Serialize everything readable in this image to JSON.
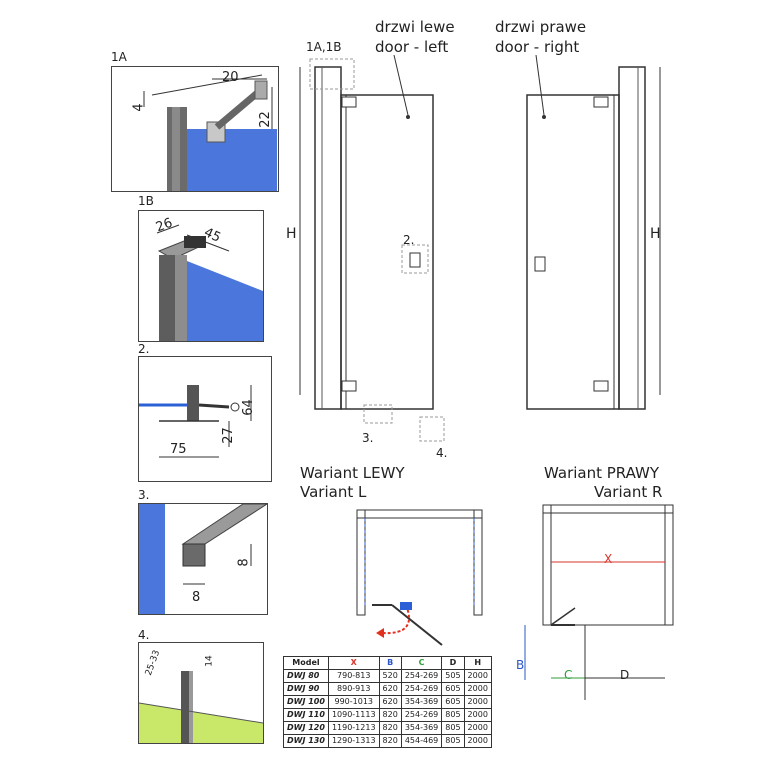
{
  "labels": {
    "door_left_pl": "drzwi lewe",
    "door_left_en": "door - left",
    "door_right_pl": "drzwi prawe",
    "door_right_en": "door - right",
    "callout_1a1b": "1A,1B",
    "callout_2": "2.",
    "callout_3": "3.",
    "callout_4": "4.",
    "height_left": "H",
    "height_right": "H",
    "variant_left_pl": "Wariant LEWY",
    "variant_left_en": "Variant L",
    "variant_right_pl": "Wariant PRAWY",
    "variant_right_en": "Variant R",
    "dim_x": "X",
    "dim_b": "B",
    "dim_c": "C",
    "dim_d": "D"
  },
  "details": {
    "d1a": {
      "title": "1A",
      "dim_a": "20",
      "dim_b": "4",
      "dim_c": "22"
    },
    "d1b": {
      "title": "1B",
      "dim_a": "26",
      "dim_b": "45"
    },
    "d2": {
      "title": "2.",
      "dim_a": "64",
      "dim_b": "27",
      "dim_c": "75"
    },
    "d3": {
      "title": "3.",
      "dim_a": "8",
      "dim_b": "8"
    },
    "d4": {
      "title": "4.",
      "dim_a": "25-33",
      "dim_b": "14"
    }
  },
  "table": {
    "headers": [
      "Model",
      "X",
      "B",
      "C",
      "D",
      "H"
    ],
    "header_colors": [
      "#222222",
      "#d9342b",
      "#2a57c9",
      "#2f9e3a",
      "#222222",
      "#222222"
    ],
    "rows": [
      [
        "DWJ 80",
        "790-813",
        "520",
        "254-269",
        "505",
        "2000"
      ],
      [
        "DWJ 90",
        "890-913",
        "620",
        "254-269",
        "605",
        "2000"
      ],
      [
        "DWJ 100",
        "990-1013",
        "620",
        "354-369",
        "605",
        "2000"
      ],
      [
        "DWJ 110",
        "1090-1113",
        "820",
        "254-269",
        "805",
        "2000"
      ],
      [
        "DWJ 120",
        "1190-1213",
        "820",
        "354-369",
        "805",
        "2000"
      ],
      [
        "DWJ 130",
        "1290-1313",
        "820",
        "454-469",
        "805",
        "2000"
      ]
    ]
  },
  "colors": {
    "x_dim": "#d9342b",
    "b_dim": "#2a57c9",
    "c_dim": "#2f9e3a",
    "glass": "#2b5fd6",
    "arrow": "#e0301e"
  }
}
